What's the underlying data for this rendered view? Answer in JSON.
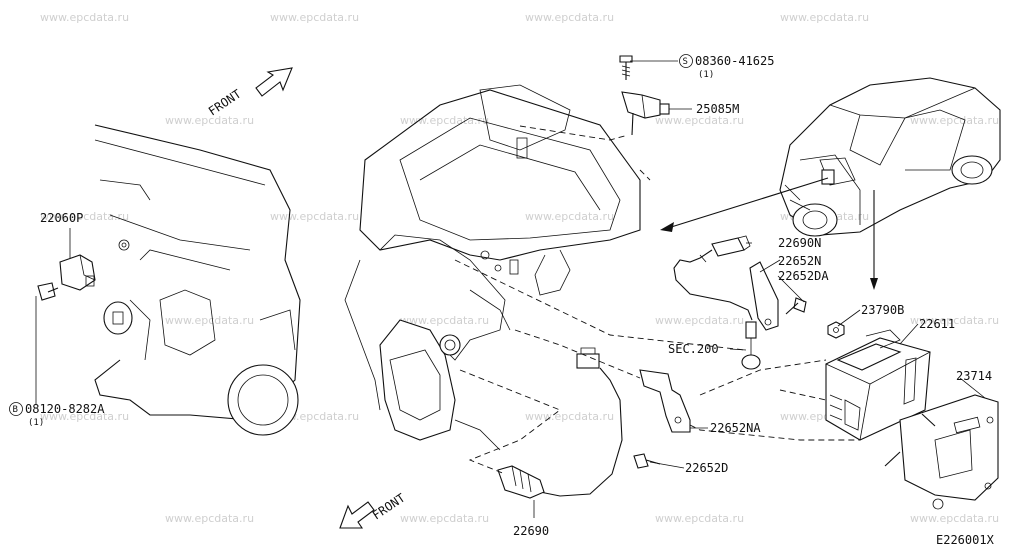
{
  "watermark": "www.epcdata.ru",
  "figure_code": "E226001X",
  "front_labels": [
    "FRONT",
    "FRONT"
  ],
  "callouts": {
    "p22060p": "22060P",
    "p08120": "08120-8282A",
    "p08120_qty": "(1)",
    "p08120_prefix": "B",
    "p08360": "08360-41625",
    "p08360_qty": "(1)",
    "p08360_prefix": "S",
    "p25085m": "25085M",
    "p22690n": "22690N",
    "p22652n": "22652N",
    "p22652da": "22652DA",
    "p23790b": "23790B",
    "p22611": "22611",
    "p23714": "23714",
    "sec200": "SEC.200",
    "p22652na": "22652NA",
    "p22652d": "22652D",
    "p22690": "22690"
  }
}
